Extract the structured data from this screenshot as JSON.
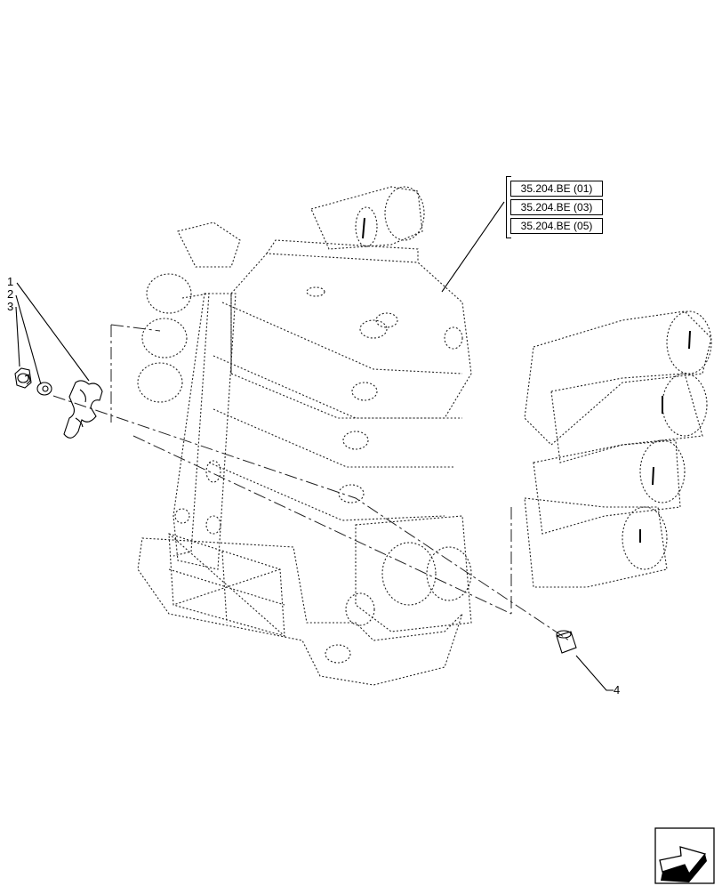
{
  "references": [
    {
      "label": "35.204.BE (01)"
    },
    {
      "label": "35.204.BE (03)"
    },
    {
      "label": "35.204.BE (05)"
    }
  ],
  "callouts": [
    "1",
    "2",
    "3",
    "4"
  ],
  "navigation": {
    "icon": "next-page-arrow-icon"
  }
}
